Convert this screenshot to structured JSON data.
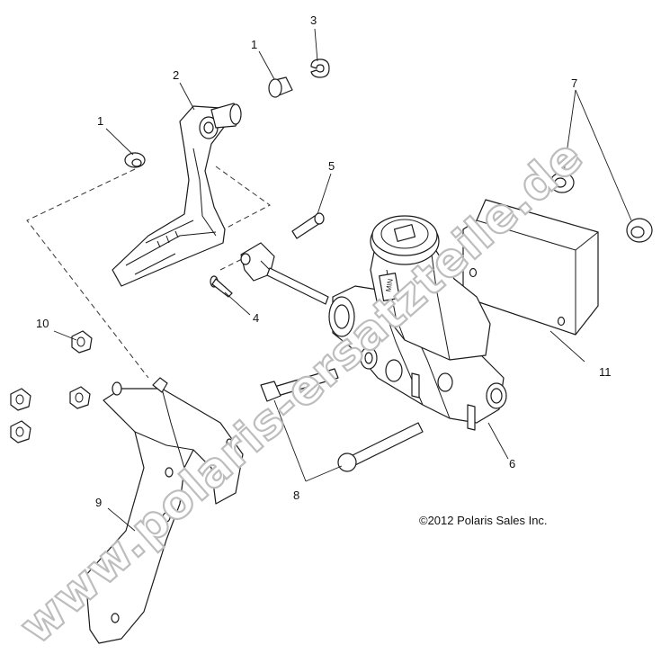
{
  "diagram": {
    "callouts": {
      "c1a": "1",
      "c1b": "1",
      "c2": "2",
      "c3": "3",
      "c4": "4",
      "c5": "5",
      "c6": "6",
      "c7": "7",
      "c8": "8",
      "c9": "9",
      "c10": "10",
      "c11": "11"
    },
    "copyright": "©2012 Polaris Sales Inc.",
    "watermark": "www.polaris-ersatzteile.de",
    "reservoir_label": "MIN"
  }
}
